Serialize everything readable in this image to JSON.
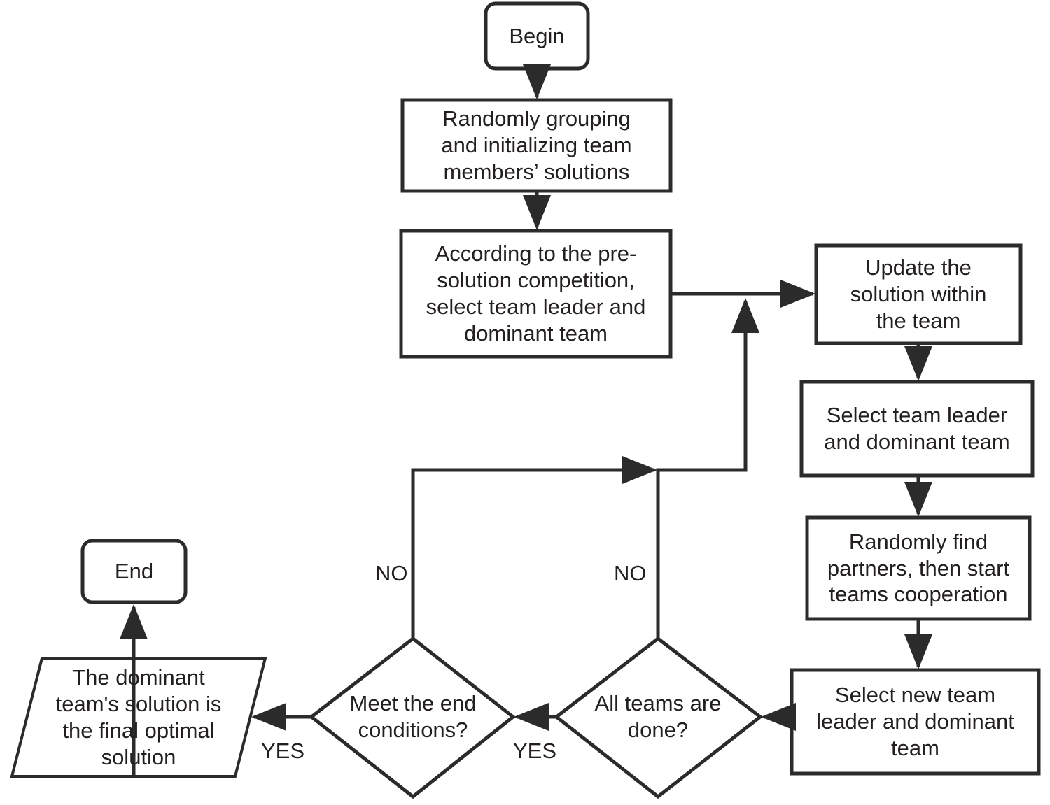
{
  "diagram": {
    "title": "Team optimization algorithm flowchart",
    "stroke_color": "#2b2b2b",
    "text_color": "#231f20",
    "background_color": "#ffffff",
    "nodes": {
      "begin": {
        "label": "Begin",
        "shape": "rounded-terminator"
      },
      "init": {
        "label": "Randomly grouping\nand initializing team\nmembers’ solutions",
        "shape": "process"
      },
      "presolution": {
        "label": "According to the pre-\nsolution competition,\nselect team leader and\ndominant team",
        "shape": "process"
      },
      "update_solution": {
        "label": "Update the\nsolution within\nthe team",
        "shape": "process"
      },
      "select_leader": {
        "label": "Select team leader\nand dominant team",
        "shape": "process"
      },
      "find_partners": {
        "label": "Randomly find\npartners, then start\nteams cooperation",
        "shape": "process"
      },
      "select_new_leader": {
        "label": "Select new team\nleader and dominant\nteam",
        "shape": "process"
      },
      "all_teams_done": {
        "label": "All teams are\ndone?",
        "shape": "decision"
      },
      "meet_end_conditions": {
        "label": "Meet the end\nconditions?",
        "shape": "decision"
      },
      "final_solution": {
        "label": "The dominant\nteam's solution is\nthe final optimal\nsolution",
        "shape": "parallelogram-output"
      },
      "end": {
        "label": "End",
        "shape": "rounded-terminator"
      }
    },
    "edge_labels": {
      "all_teams_no": "NO",
      "meet_end_no": "NO",
      "all_teams_yes": "YES",
      "meet_end_yes": "YES"
    },
    "edges": [
      {
        "from": "begin",
        "to": "init",
        "label": ""
      },
      {
        "from": "init",
        "to": "presolution",
        "label": ""
      },
      {
        "from": "presolution",
        "to": "update_solution",
        "label": ""
      },
      {
        "from": "update_solution",
        "to": "select_leader",
        "label": ""
      },
      {
        "from": "select_leader",
        "to": "find_partners",
        "label": ""
      },
      {
        "from": "find_partners",
        "to": "select_new_leader",
        "label": ""
      },
      {
        "from": "select_new_leader",
        "to": "all_teams_done",
        "label": ""
      },
      {
        "from": "all_teams_done",
        "to": "update_solution",
        "label": "NO"
      },
      {
        "from": "all_teams_done",
        "to": "meet_end_conditions",
        "label": "YES"
      },
      {
        "from": "meet_end_conditions",
        "to": "update_solution",
        "label": "NO"
      },
      {
        "from": "meet_end_conditions",
        "to": "final_solution",
        "label": "YES"
      },
      {
        "from": "final_solution",
        "to": "end",
        "label": ""
      }
    ]
  }
}
